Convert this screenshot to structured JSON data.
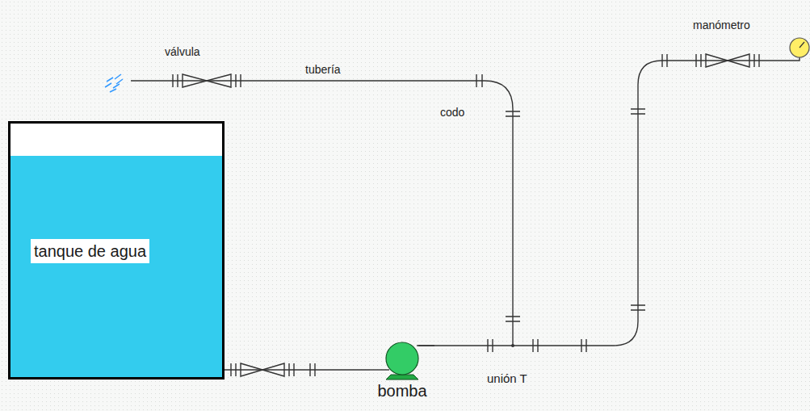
{
  "diagram": {
    "nodes": [
      {
        "text": [
          "tanque de agua"
        ]
      },
      {
        "text": [
          "bomba"
        ]
      }
    ],
    "edges": [
      {
        "from": 0,
        "to": 1,
        "arrow": "none"
      }
    ],
    "labels": [
      "válvula",
      "tubería",
      "codo",
      "manómetro",
      "unión T"
    ]
  }
}
